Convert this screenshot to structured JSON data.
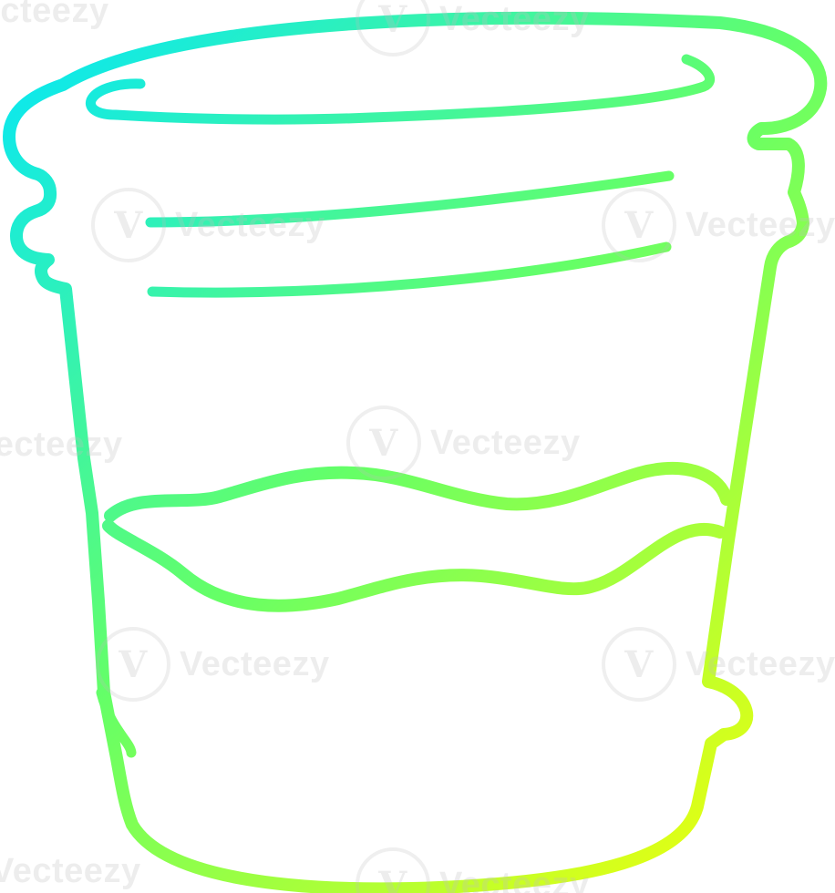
{
  "image": {
    "subject": "cup-icon",
    "style": "line drawing",
    "colors": {
      "background": "#ffffff",
      "gradient_start": "#00e5ff",
      "gradient_mid": "#66ff66",
      "gradient_end": "#ffff00"
    }
  },
  "watermark": {
    "text": "Vecteezy",
    "mark": "V",
    "icon": "vecteezy-logo-icon"
  }
}
